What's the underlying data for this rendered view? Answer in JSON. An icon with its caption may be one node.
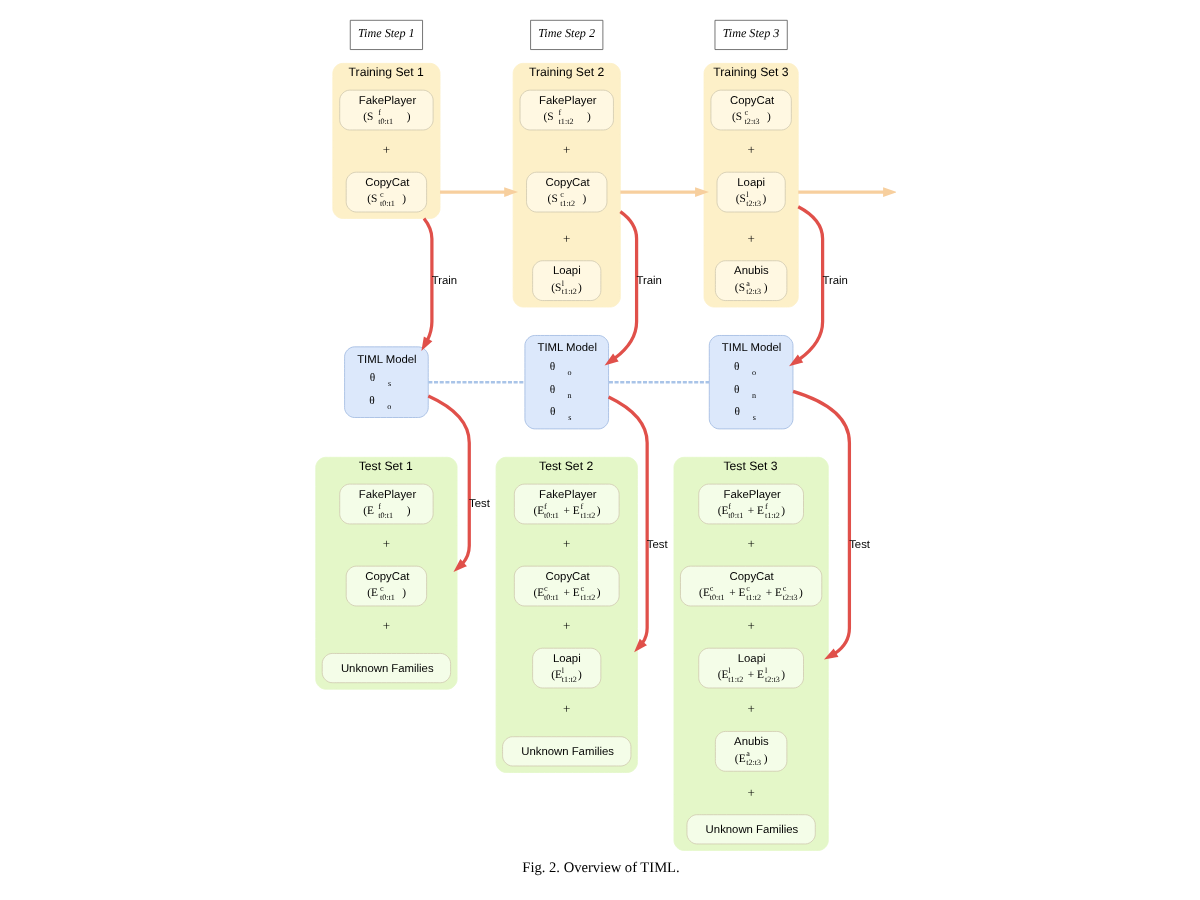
{
  "diagram": {
    "caption": "Fig. 2. Overview of TIML.",
    "nodes": [
      {
        "text": [
          "Time Step 1"
        ]
      },
      {
        "text": [
          "Training Set 1"
        ]
      },
      {
        "text": [
          "FakePlayer",
          "(S$^{f}$$_{t0:t1}$)"
        ],
        "in": 1
      },
      {
        "text": [
          "CopyCat",
          "(S$^{c}$$_{t0:t1}$)"
        ],
        "in": 1
      },
      {
        "text": [
          "Time Step 2"
        ]
      },
      {
        "text": [
          "Training Set 2"
        ]
      },
      {
        "text": [
          "FakePlayer",
          "(S$^{f}$$_{t1:t2}$)"
        ],
        "in": 5
      },
      {
        "text": [
          "CopyCat",
          "(S$^{c}$$_{t1:t2}$)"
        ],
        "in": 5
      },
      {
        "text": [
          "Loapi",
          "(S$^{l}$$_{t1:t2}$)"
        ],
        "in": 5
      },
      {
        "text": [
          "Time Step 3"
        ]
      },
      {
        "text": [
          "Training Set 3"
        ]
      },
      {
        "text": [
          "CopyCat",
          "(S$^{c}$$_{t2:t3}$)"
        ],
        "in": 10
      },
      {
        "text": [
          "Loapi",
          "(S$^{l}$$_{t2:t3}$)"
        ],
        "in": 10
      },
      {
        "text": [
          "Anubis",
          "(S$^{a}$$_{t2:t3}$)"
        ],
        "in": 10
      },
      {
        "text": [
          "TIML Model",
          "θ$_{s}$",
          "θ$_{o}$"
        ]
      },
      {
        "text": [
          "TIML Model",
          "θ$_{o}$",
          "θ$_{n}$",
          "θ$_{s}$"
        ]
      },
      {
        "text": [
          "TIML Model",
          "θ$_{o}$",
          "θ$_{n}$",
          "θ$_{s}$"
        ]
      },
      {
        "text": [
          "Test Set 1"
        ]
      },
      {
        "text": [
          "FakePlayer",
          "(E$^{f}$$_{t0:t1}$)"
        ],
        "in": 17
      },
      {
        "text": [
          "CopyCat",
          "(E$^{c}$$_{t0:t1}$)"
        ],
        "in": 17
      },
      {
        "text": [
          "Unknown Families"
        ],
        "in": 17
      },
      {
        "text": [
          "Test Set 2"
        ]
      },
      {
        "text": [
          "FakePlayer",
          "(E$^{f}$$_{t0:t1}$ + E$^{f}$$_{t1:t2}$)"
        ],
        "in": 21
      },
      {
        "text": [
          "CopyCat",
          "(E$^{c}$$_{t0:t1}$ + E$^{c}$$_{t1:t2}$)"
        ],
        "in": 21
      },
      {
        "text": [
          "Loapi",
          "(E$^{l}$$_{t1:t2}$)"
        ],
        "in": 21
      },
      {
        "text": [
          "Unknown Families"
        ],
        "in": 21
      },
      {
        "text": [
          "Test Set 3"
        ]
      },
      {
        "text": [
          "FakePlayer",
          "(E$^{f}$$_{t0:t1}$ + E$^{f}$$_{t1:t2}$)"
        ],
        "in": 26
      },
      {
        "text": [
          "CopyCat",
          "(E$^{c}$$_{t0:t1}$ + E$^{c}$$_{t1:t2}$ + E$^{c}$$_{t2:t3}$)"
        ],
        "in": 26
      },
      {
        "text": [
          "Loapi",
          "(E$^{l}$$_{t1:t2}$ + E$^{l}$$_{t2:t3}$)"
        ],
        "in": 26
      },
      {
        "text": [
          "Anubis",
          "(E$^{a}$$_{t2:t3}$)"
        ],
        "in": 26
      },
      {
        "text": [
          "Unknown Families"
        ],
        "in": 26
      }
    ],
    "edges": [
      {
        "from": 1,
        "to": 5,
        "arrow": "to",
        "color": "#f7cf9e"
      },
      {
        "from": 5,
        "to": 10,
        "arrow": "to",
        "color": "#f7cf9e"
      },
      {
        "from": 10,
        "to": null,
        "arrow": "to",
        "color": "#f7cf9e"
      },
      {
        "from": 1,
        "to": 14,
        "arrow": "to",
        "label": "Train"
      },
      {
        "from": 5,
        "to": 15,
        "arrow": "to",
        "label": "Train"
      },
      {
        "from": 10,
        "to": 16,
        "arrow": "to",
        "label": "Train"
      },
      {
        "from": 14,
        "to": 15,
        "arrow": "none",
        "style": "dashed",
        "color": "#a9c4e8"
      },
      {
        "from": 15,
        "to": 16,
        "arrow": "none",
        "style": "dashed",
        "color": "#a9c4e8"
      },
      {
        "from": 14,
        "to": 17,
        "arrow": "to",
        "label": "Test"
      },
      {
        "from": 15,
        "to": 21,
        "arrow": "to",
        "label": "Test"
      },
      {
        "from": 16,
        "to": 26,
        "arrow": "to",
        "label": "Test"
      }
    ],
    "labels": [
      "+",
      "+",
      "+",
      "+",
      "+",
      "+",
      "+",
      "+",
      "+",
      "+",
      "+",
      "+",
      "+",
      "+"
    ]
  }
}
